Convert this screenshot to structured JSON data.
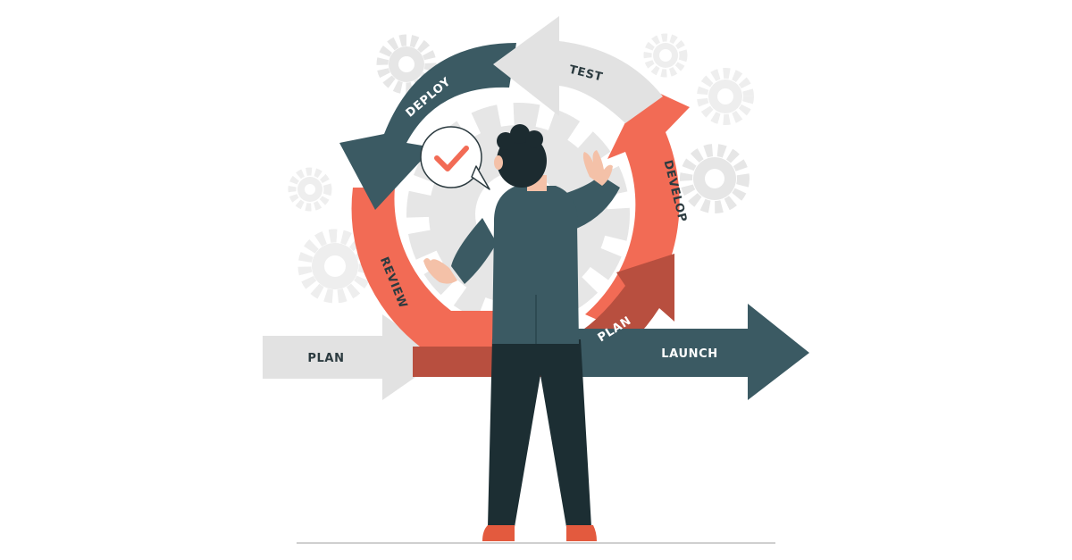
{
  "colors": {
    "background": "#ffffff",
    "coral": "#f26b55",
    "brick": "#b84f3f",
    "teal": "#3b5a63",
    "light_gray": "#e2e2e2",
    "gear_gray": "#e6e6e6",
    "skin": "#f4c1a8",
    "hair": "#1c2b30",
    "trousers": "#1c2e33",
    "shoes": "#e35a3e"
  },
  "labels": {
    "test": "TEST",
    "deploy": "DEPLOY",
    "develop": "DEVELOP",
    "review": "REVIEW",
    "plan_inner": "PLAN",
    "plan_left": "PLAN",
    "launch": "LAUNCH"
  },
  "icons": {
    "bubble": "check-icon",
    "background": "gear-icon"
  }
}
